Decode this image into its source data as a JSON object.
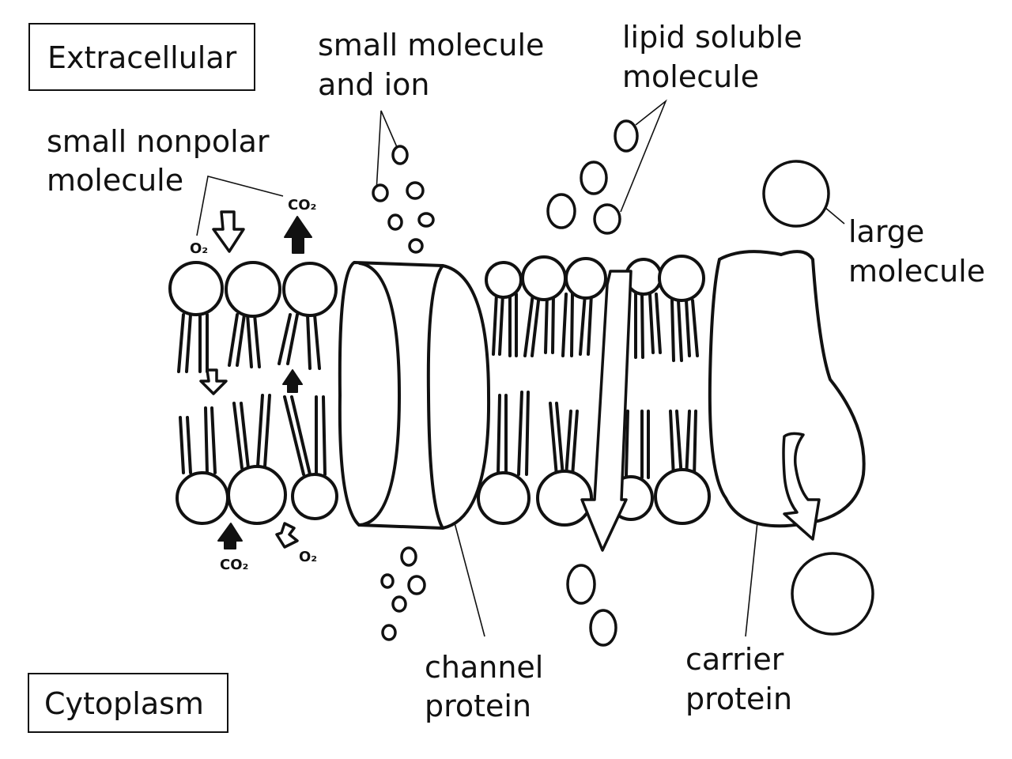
{
  "regions": {
    "extracellular": "Extracellular",
    "cytoplasm": "Cytoplasm"
  },
  "labels": {
    "small_nonpolar_line1": "small nonpolar",
    "small_nonpolar_line2": "molecule",
    "small_molecule_line1": "small molecule",
    "small_molecule_line2": "and ion",
    "lipid_soluble_line1": "lipid soluble",
    "lipid_soluble_line2": "molecule",
    "large_molecule_line1": "large",
    "large_molecule_line2": "molecule",
    "channel_protein_line1": "channel",
    "channel_protein_line2": "protein",
    "carrier_protein_line1": "carrier",
    "carrier_protein_line2": "protein"
  },
  "formulas": {
    "o2_top": "O₂",
    "co2_top": "CO₂",
    "co2_bottom": "CO₂",
    "o2_bottom": "O₂"
  }
}
